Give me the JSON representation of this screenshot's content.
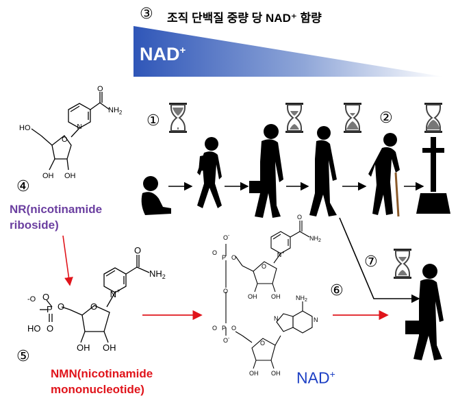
{
  "title": "조직 단백질 중량 당 NAD⁺ 함량",
  "markers": {
    "m1": "①",
    "m2": "②",
    "m3": "③",
    "m4": "④",
    "m5": "⑤",
    "m6": "⑥",
    "m7": "⑦"
  },
  "nad_gradient_label": {
    "text": "NAD",
    "sup": "+"
  },
  "nr": {
    "line1": "NR(nicotinamide",
    "line2": "riboside)"
  },
  "nmn": {
    "line1": "NMN(nicotinamide",
    "line2": "mononucleotide)"
  },
  "nad_product": {
    "text": "NAD",
    "sup": "+"
  },
  "chem": {
    "nh2": "NH",
    "sub2": "2",
    "oh": "OH",
    "ho": "HO",
    "o": "O",
    "p": "P",
    "n": "N",
    "nplus": "N",
    "plus": "+",
    "ominus": "O",
    "minus": "-"
  },
  "colors": {
    "gradient_start": "#2f56b8",
    "gradient_end": "#ffffff",
    "nr_label": "#6b3fa0",
    "nmn_label": "#e0141b",
    "red_arrow": "#e0141b",
    "nad_product": "#1c3fc4"
  }
}
